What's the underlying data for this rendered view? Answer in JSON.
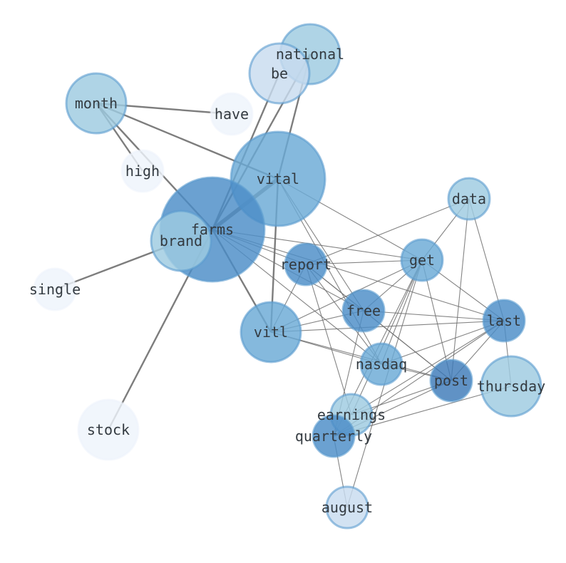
{
  "palette": {
    "edge": "#6f6f6f",
    "very_light": "#eef4fb",
    "light": "#c8dcef",
    "medium_light": "#9ecae1",
    "medium": "#6aaad6",
    "medium_dark": "#4a8cc7",
    "dark": "#3d7ab8",
    "stroke": "#5a9bcf"
  },
  "nodes": [
    {
      "id": "national",
      "label": "national",
      "shade": "medium_light"
    },
    {
      "id": "be",
      "label": "be",
      "shade": "light"
    },
    {
      "id": "month",
      "label": "month",
      "shade": "medium_light"
    },
    {
      "id": "have",
      "label": "have",
      "shade": "very_light"
    },
    {
      "id": "high",
      "label": "high",
      "shade": "very_light"
    },
    {
      "id": "vital",
      "label": "vital",
      "shade": "medium"
    },
    {
      "id": "farms",
      "label": "farms",
      "shade": "medium_dark"
    },
    {
      "id": "brand",
      "label": "brand",
      "shade": "medium_light"
    },
    {
      "id": "data",
      "label": "data",
      "shade": "medium_light"
    },
    {
      "id": "get",
      "label": "get",
      "shade": "medium"
    },
    {
      "id": "report",
      "label": "report",
      "shade": "medium_dark"
    },
    {
      "id": "single",
      "label": "single",
      "shade": "very_light"
    },
    {
      "id": "free",
      "label": "free",
      "shade": "medium_dark"
    },
    {
      "id": "last",
      "label": "last",
      "shade": "medium_dark"
    },
    {
      "id": "vitl",
      "label": "vitl",
      "shade": "medium"
    },
    {
      "id": "nasdaq",
      "label": "nasdaq",
      "shade": "medium"
    },
    {
      "id": "post",
      "label": "post",
      "shade": "dark"
    },
    {
      "id": "thursday",
      "label": "thursday",
      "shade": "medium_light"
    },
    {
      "id": "earnings",
      "label": "earnings",
      "shade": "medium_light"
    },
    {
      "id": "quarterly",
      "label": "quarterly",
      "shade": "medium_dark"
    },
    {
      "id": "stock",
      "label": "stock",
      "shade": "very_light"
    },
    {
      "id": "august",
      "label": "august",
      "shade": "light"
    }
  ],
  "edges": [
    [
      "month",
      "have",
      "heavy"
    ],
    [
      "month",
      "high",
      "heavy"
    ],
    [
      "month",
      "vital",
      "heavy"
    ],
    [
      "month",
      "farms",
      "heavy"
    ],
    [
      "national",
      "farms",
      "heavy"
    ],
    [
      "be",
      "farms",
      "heavy"
    ],
    [
      "national",
      "vital",
      "heavy"
    ],
    [
      "vital",
      "farms",
      "thick"
    ],
    [
      "farms",
      "vitl",
      "heavy"
    ],
    [
      "farms",
      "single",
      "heavy"
    ],
    [
      "farms",
      "stock",
      "heavy"
    ],
    [
      "vital",
      "vitl",
      "heavy"
    ],
    [
      "vital",
      "get",
      "thin"
    ],
    [
      "vital",
      "free",
      "thin"
    ],
    [
      "vital",
      "nasdaq",
      "thin"
    ],
    [
      "farms",
      "report",
      "thin"
    ],
    [
      "farms",
      "get",
      "thin"
    ],
    [
      "farms",
      "free",
      "thin"
    ],
    [
      "farms",
      "last",
      "thin"
    ],
    [
      "farms",
      "nasdaq",
      "thin"
    ],
    [
      "report",
      "data",
      "thin"
    ],
    [
      "report",
      "get",
      "thin"
    ],
    [
      "report",
      "free",
      "thin"
    ],
    [
      "report",
      "nasdaq",
      "thin"
    ],
    [
      "report",
      "post",
      "thin"
    ],
    [
      "report",
      "earnings",
      "thin"
    ],
    [
      "report",
      "vitl",
      "thin"
    ],
    [
      "get",
      "data",
      "thin"
    ],
    [
      "get",
      "free",
      "thin"
    ],
    [
      "get",
      "vitl",
      "thin"
    ],
    [
      "get",
      "nasdaq",
      "thin"
    ],
    [
      "get",
      "post",
      "thin"
    ],
    [
      "get",
      "earnings",
      "thin"
    ],
    [
      "get",
      "quarterly",
      "thin"
    ],
    [
      "get",
      "last",
      "thin"
    ],
    [
      "data",
      "last",
      "thin"
    ],
    [
      "data",
      "post",
      "thin"
    ],
    [
      "free",
      "last",
      "thin"
    ],
    [
      "free",
      "post",
      "thin"
    ],
    [
      "free",
      "quarterly",
      "thin"
    ],
    [
      "free",
      "vitl",
      "thin"
    ],
    [
      "vitl",
      "last",
      "thin"
    ],
    [
      "vitl",
      "post",
      "thin"
    ],
    [
      "vitl",
      "nasdaq",
      "thin"
    ],
    [
      "nasdaq",
      "last",
      "thin"
    ],
    [
      "nasdaq",
      "post",
      "thin"
    ],
    [
      "last",
      "thursday",
      "thin"
    ],
    [
      "last",
      "earnings",
      "thin"
    ],
    [
      "last",
      "quarterly",
      "thin"
    ],
    [
      "last",
      "post",
      "thin"
    ],
    [
      "post",
      "quarterly",
      "thin"
    ],
    [
      "post",
      "earnings",
      "thin"
    ],
    [
      "thursday",
      "quarterly",
      "thin"
    ],
    [
      "quarterly",
      "august",
      "thin"
    ],
    [
      "get",
      "august",
      "thin"
    ]
  ]
}
